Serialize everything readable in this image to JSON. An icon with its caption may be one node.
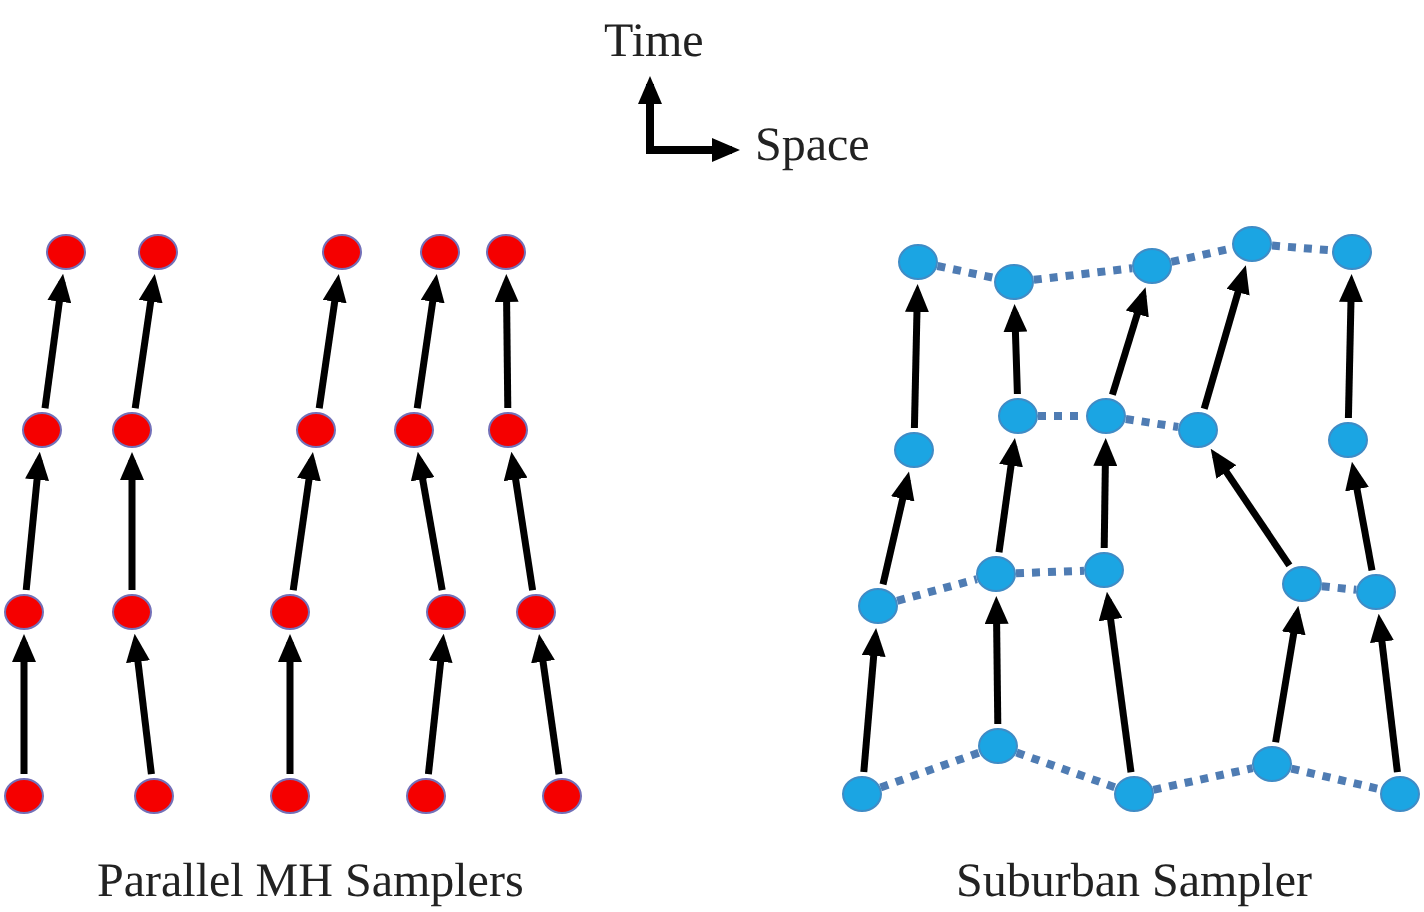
{
  "diagram": {
    "nodes": [
      {
        "text": [],
        "shape": "circle"
      },
      {
        "text": [],
        "shape": "circle"
      },
      {
        "text": [],
        "shape": "circle"
      },
      {
        "text": [],
        "shape": "circle"
      },
      {
        "text": [],
        "shape": "circle"
      },
      {
        "text": [],
        "shape": "circle"
      },
      {
        "text": [],
        "shape": "circle"
      },
      {
        "text": [],
        "shape": "circle"
      },
      {
        "text": [],
        "shape": "circle"
      },
      {
        "text": [],
        "shape": "circle"
      },
      {
        "text": [],
        "shape": "circle"
      },
      {
        "text": [],
        "shape": "circle"
      },
      {
        "text": [],
        "shape": "circle"
      },
      {
        "text": [],
        "shape": "circle"
      },
      {
        "text": [],
        "shape": "circle"
      },
      {
        "text": [],
        "shape": "circle"
      },
      {
        "text": [],
        "shape": "circle"
      },
      {
        "text": [],
        "shape": "circle"
      },
      {
        "text": [],
        "shape": "circle"
      },
      {
        "text": [],
        "shape": "circle"
      },
      {
        "text": [],
        "shape": "circle"
      },
      {
        "text": [],
        "shape": "circle"
      },
      {
        "text": [],
        "shape": "circle"
      },
      {
        "text": [],
        "shape": "circle"
      },
      {
        "text": [],
        "shape": "circle"
      },
      {
        "text": [],
        "shape": "circle"
      },
      {
        "text": [],
        "shape": "circle"
      },
      {
        "text": [],
        "shape": "circle"
      },
      {
        "text": [],
        "shape": "circle"
      },
      {
        "text": [],
        "shape": "circle"
      },
      {
        "text": [],
        "shape": "circle"
      },
      {
        "text": [],
        "shape": "circle"
      },
      {
        "text": [],
        "shape": "circle"
      },
      {
        "text": [],
        "shape": "circle"
      },
      {
        "text": [],
        "shape": "circle"
      },
      {
        "text": [],
        "shape": "circle"
      },
      {
        "text": [],
        "shape": "circle"
      },
      {
        "text": [],
        "shape": "circle"
      },
      {
        "text": [],
        "shape": "circle"
      },
      {
        "text": [],
        "shape": "circle"
      }
    ],
    "edges": [
      {
        "from": 15,
        "to": 10,
        "arrow": "to"
      },
      {
        "from": 10,
        "to": 5,
        "arrow": "to"
      },
      {
        "from": 5,
        "to": 0,
        "arrow": "to"
      },
      {
        "from": 16,
        "to": 11,
        "arrow": "to"
      },
      {
        "from": 11,
        "to": 6,
        "arrow": "to"
      },
      {
        "from": 6,
        "to": 1,
        "arrow": "to"
      },
      {
        "from": 17,
        "to": 12,
        "arrow": "to"
      },
      {
        "from": 12,
        "to": 7,
        "arrow": "to"
      },
      {
        "from": 7,
        "to": 2,
        "arrow": "to"
      },
      {
        "from": 18,
        "to": 13,
        "arrow": "to"
      },
      {
        "from": 13,
        "to": 8,
        "arrow": "to"
      },
      {
        "from": 8,
        "to": 3,
        "arrow": "to"
      },
      {
        "from": 19,
        "to": 14,
        "arrow": "to"
      },
      {
        "from": 14,
        "to": 9,
        "arrow": "to"
      },
      {
        "from": 9,
        "to": 4,
        "arrow": "to"
      },
      {
        "from": 35,
        "to": 30,
        "arrow": "to"
      },
      {
        "from": 30,
        "to": 25,
        "arrow": "to"
      },
      {
        "from": 25,
        "to": 20,
        "arrow": "to"
      },
      {
        "from": 36,
        "to": 31,
        "arrow": "to"
      },
      {
        "from": 31,
        "to": 26,
        "arrow": "to"
      },
      {
        "from": 26,
        "to": 21,
        "arrow": "to"
      },
      {
        "from": 37,
        "to": 32,
        "arrow": "to"
      },
      {
        "from": 32,
        "to": 27,
        "arrow": "to"
      },
      {
        "from": 27,
        "to": 22,
        "arrow": "to"
      },
      {
        "from": 38,
        "to": 33,
        "arrow": "to"
      },
      {
        "from": 33,
        "to": 28,
        "arrow": "to"
      },
      {
        "from": 28,
        "to": 23,
        "arrow": "to"
      },
      {
        "from": 39,
        "to": 34,
        "arrow": "to"
      },
      {
        "from": 34,
        "to": 29,
        "arrow": "to"
      },
      {
        "from": 29,
        "to": 24,
        "arrow": "to"
      },
      {
        "from": 20,
        "to": 21,
        "arrow": "none",
        "style": "dashed",
        "color": "#4f7cb3"
      },
      {
        "from": 21,
        "to": 22,
        "arrow": "none",
        "style": "dashed",
        "color": "#4f7cb3"
      },
      {
        "from": 22,
        "to": 23,
        "arrow": "none",
        "style": "dashed",
        "color": "#4f7cb3"
      },
      {
        "from": 23,
        "to": 24,
        "arrow": "none",
        "style": "dashed",
        "color": "#4f7cb3"
      },
      {
        "from": 26,
        "to": 27,
        "arrow": "none",
        "style": "dashed",
        "color": "#4f7cb3"
      },
      {
        "from": 27,
        "to": 28,
        "arrow": "none",
        "style": "dashed",
        "color": "#4f7cb3"
      },
      {
        "from": 30,
        "to": 31,
        "arrow": "none",
        "style": "dashed",
        "color": "#4f7cb3"
      },
      {
        "from": 31,
        "to": 32,
        "arrow": "none",
        "style": "dashed",
        "color": "#4f7cb3"
      },
      {
        "from": 33,
        "to": 34,
        "arrow": "none",
        "style": "dashed",
        "color": "#4f7cb3"
      },
      {
        "from": 35,
        "to": 36,
        "arrow": "none",
        "style": "dashed",
        "color": "#4f7cb3"
      },
      {
        "from": 36,
        "to": 37,
        "arrow": "none",
        "style": "dashed",
        "color": "#4f7cb3"
      },
      {
        "from": 37,
        "to": 38,
        "arrow": "none",
        "style": "dashed",
        "color": "#4f7cb3"
      },
      {
        "from": 38,
        "to": 39,
        "arrow": "none",
        "style": "dashed",
        "color": "#4f7cb3"
      }
    ],
    "labels": [
      "Time",
      "Space",
      "Parallel MH Samplers",
      "Suburban Sampler"
    ]
  }
}
